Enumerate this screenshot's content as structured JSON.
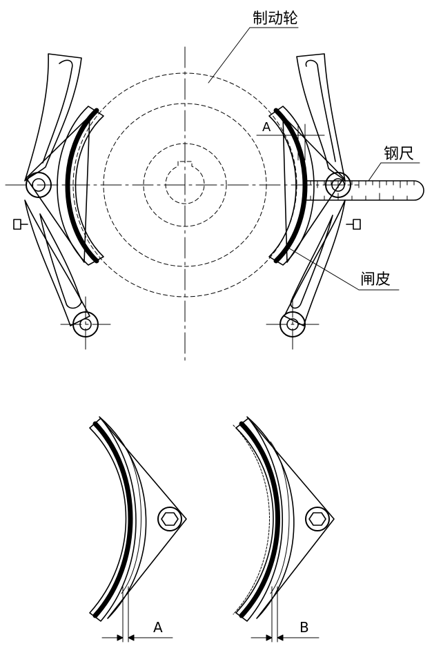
{
  "labels": {
    "brake_wheel": "制动轮",
    "steel_ruler": "钢尺",
    "brake_lining": "闸皮",
    "gap_a_top": "A",
    "gap_a_bottom": "A",
    "gap_b_bottom": "B"
  },
  "colors": {
    "line": "#000000",
    "background": "#ffffff"
  }
}
